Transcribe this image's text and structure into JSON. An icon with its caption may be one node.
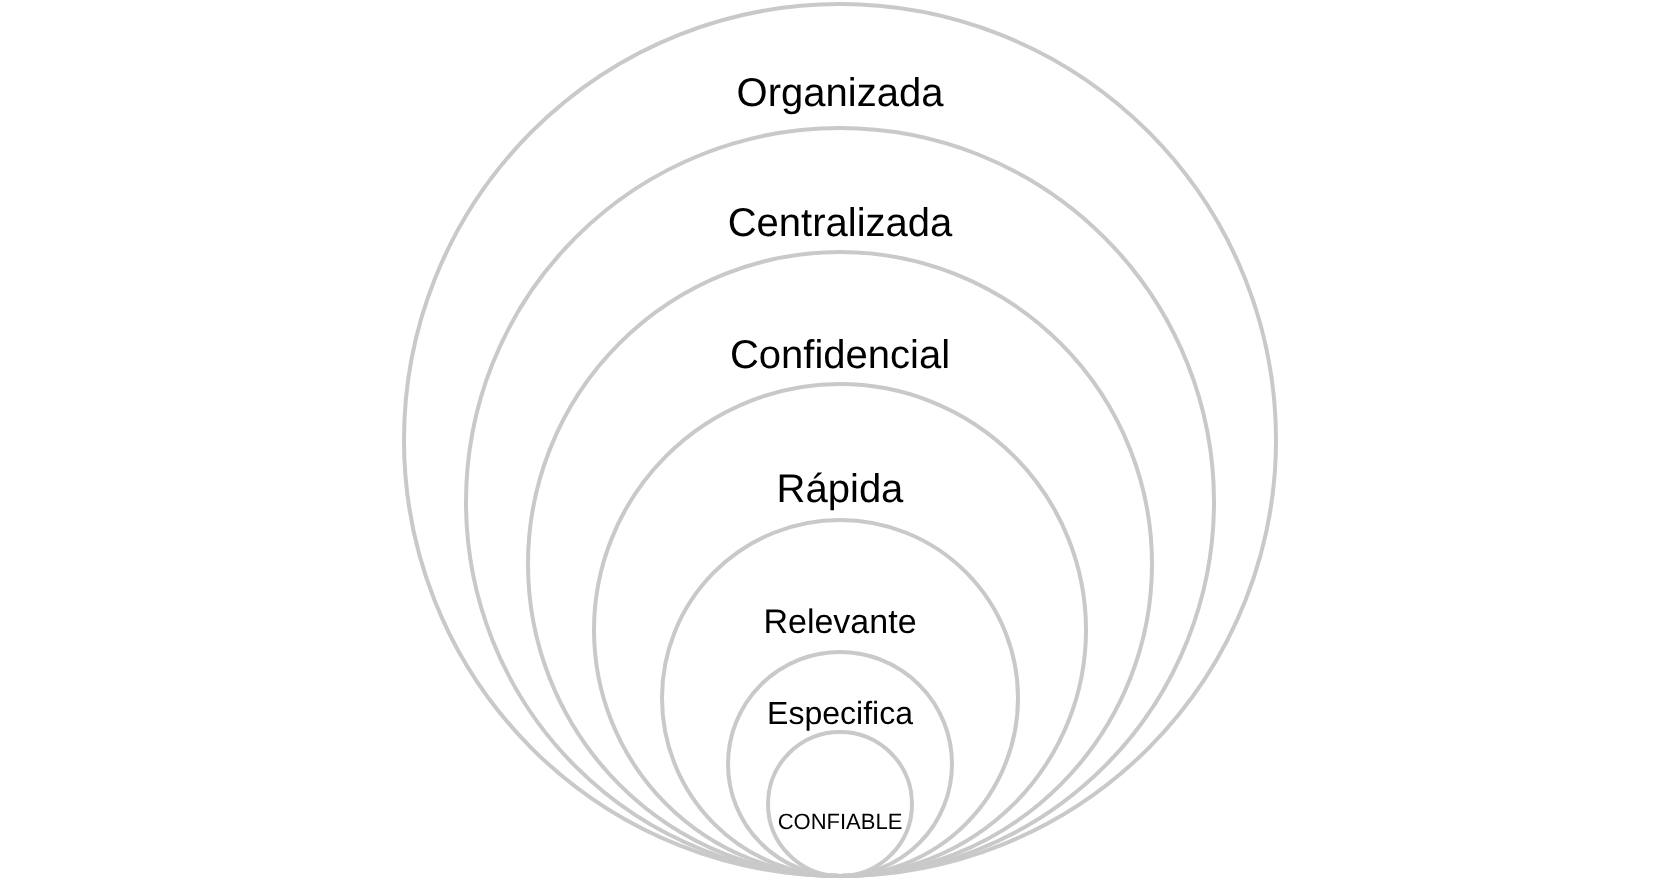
{
  "diagram": {
    "nodes": [
      {
        "text": [
          "Organizada"
        ]
      },
      {
        "text": [
          "Centralizada"
        ],
        "in": 0
      },
      {
        "text": [
          "Confidencial"
        ],
        "in": 1
      },
      {
        "text": [
          "Rápida"
        ],
        "in": 2
      },
      {
        "text": [
          "Relevante"
        ],
        "in": 3
      },
      {
        "text": [
          "Especifica"
        ],
        "in": 4
      },
      {
        "text": [
          "CONFIABLE"
        ],
        "in": 5
      }
    ]
  }
}
